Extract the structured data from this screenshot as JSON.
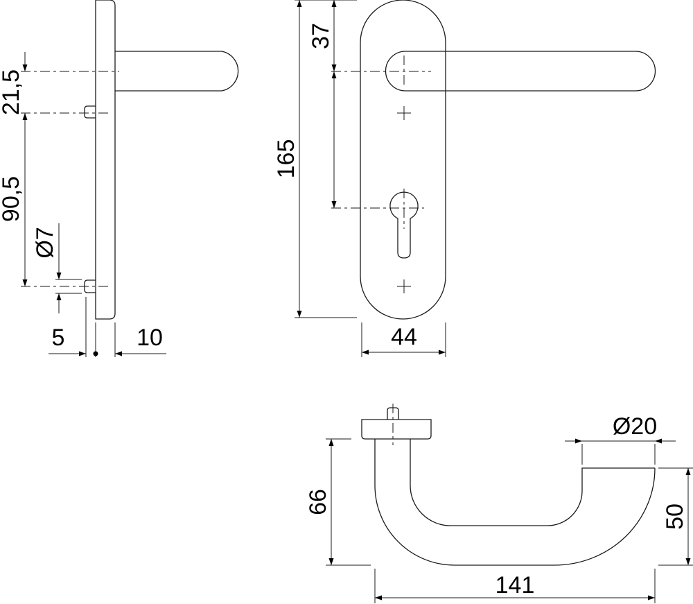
{
  "side_view": {
    "dim_top": "21,5",
    "dim_mid": "90,5",
    "dim_pin_dia": "Ø7",
    "dim_rose_offset": "5",
    "dim_plate_thickness": "10"
  },
  "front_view": {
    "dim_total_height": "165",
    "dim_top_to_spindle": "37",
    "dim_width": "44"
  },
  "top_view": {
    "dim_handle_dia": "Ø20",
    "dim_projection": "66",
    "dim_end_height": "50",
    "dim_length": "141"
  },
  "colors": {
    "line": "#1a1a1a",
    "background": "#ffffff"
  }
}
